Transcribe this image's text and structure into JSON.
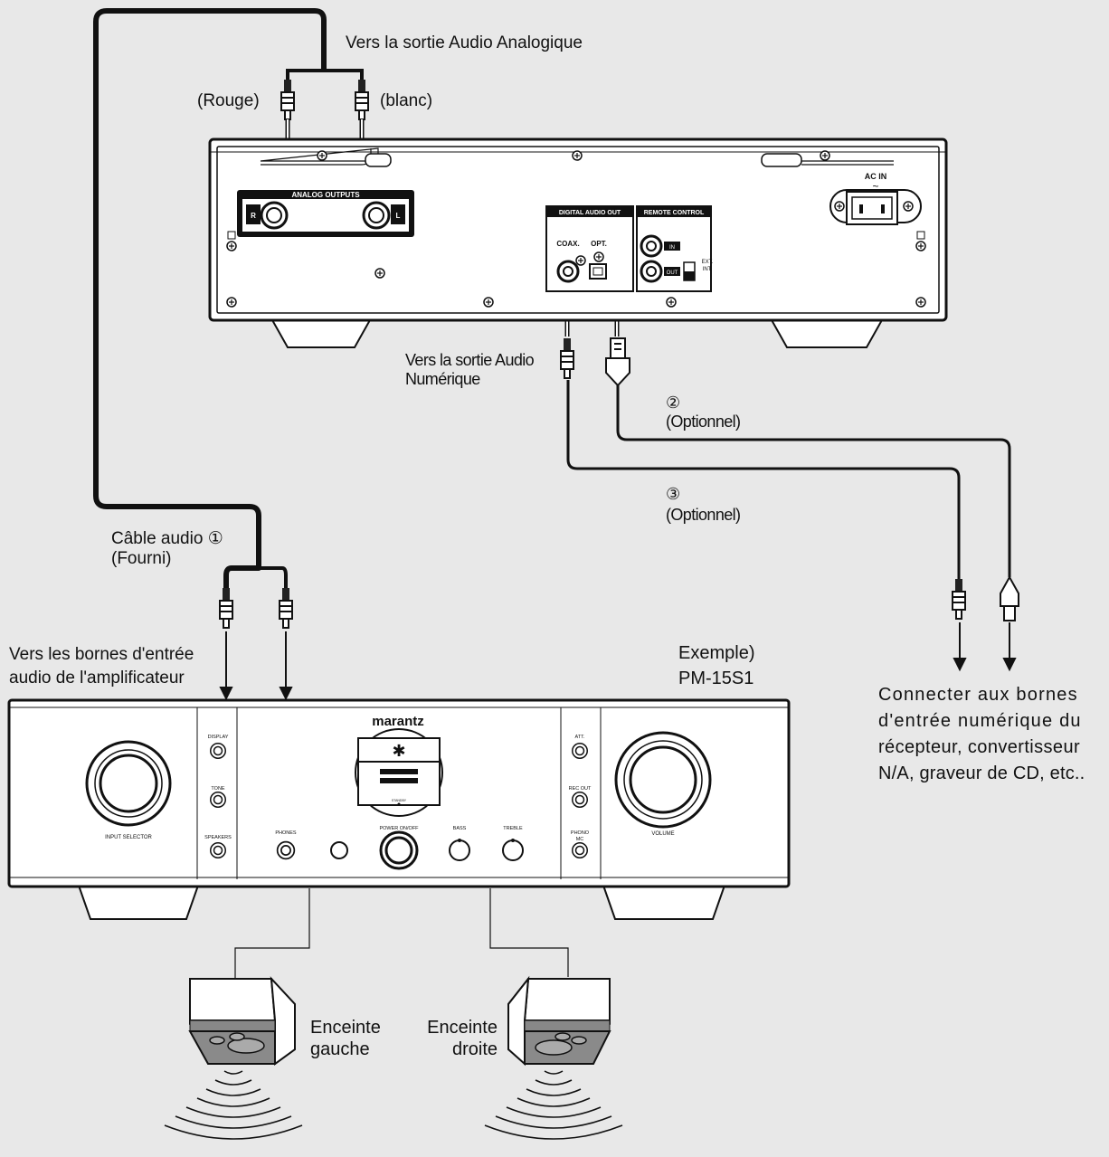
{
  "labels": {
    "analog_out": "Vers la sortie Audio Analogique",
    "rouge": "(Rouge)",
    "blanc": "(blanc)",
    "digital_out_1": "Vers la sortie Audio",
    "digital_out_2": "Numérique",
    "opt2_num": "②",
    "opt2_text": "(Optionnel)",
    "opt3_num": "③",
    "opt3_text": "(Optionnel)",
    "cable_1": "Câble audio ①",
    "cable_2": "(Fourni)",
    "amp_in_1": "Vers les bornes d'entrée",
    "amp_in_2": "audio de l'amplificateur",
    "example_1": "Exemple)",
    "example_2": "PM-15S1",
    "connect_1": "Connecter aux bornes",
    "connect_2": "d'entrée numérique du",
    "connect_3": "récepteur, convertisseur",
    "connect_4": "N/A, graveur de CD, etc..",
    "speaker_left_1": "Enceinte",
    "speaker_left_2": "gauche",
    "speaker_right_1": "Enceinte",
    "speaker_right_2": "droite"
  },
  "player_panel": {
    "analog_outputs": "ANALOG OUTPUTS",
    "r": "R",
    "l": "L",
    "digital_audio_out": "DIGITAL AUDIO OUT",
    "coax": "COAX.",
    "opt": "OPT.",
    "remote_control": "REMOTE CONTROL",
    "in": "IN",
    "out": "OUT",
    "ext": "EXT.",
    "int": "INT.",
    "ac_in": "AC IN",
    "ac_symbol": "~"
  },
  "amplifier": {
    "brand": "marantz",
    "display": "DISPLAY",
    "tone": "TONE",
    "speakers": "SPEAKERS",
    "input_selector": "INPUT SELECTOR",
    "phones": "PHONES",
    "power": "POWER ON/OFF",
    "bass": "BASS",
    "treble": "TREBLE",
    "att": "ATT.",
    "rec_out": "REC OUT",
    "phono": "PHONO",
    "mc": "MC",
    "volume": "VOLUME",
    "standby": "STANDBY"
  }
}
